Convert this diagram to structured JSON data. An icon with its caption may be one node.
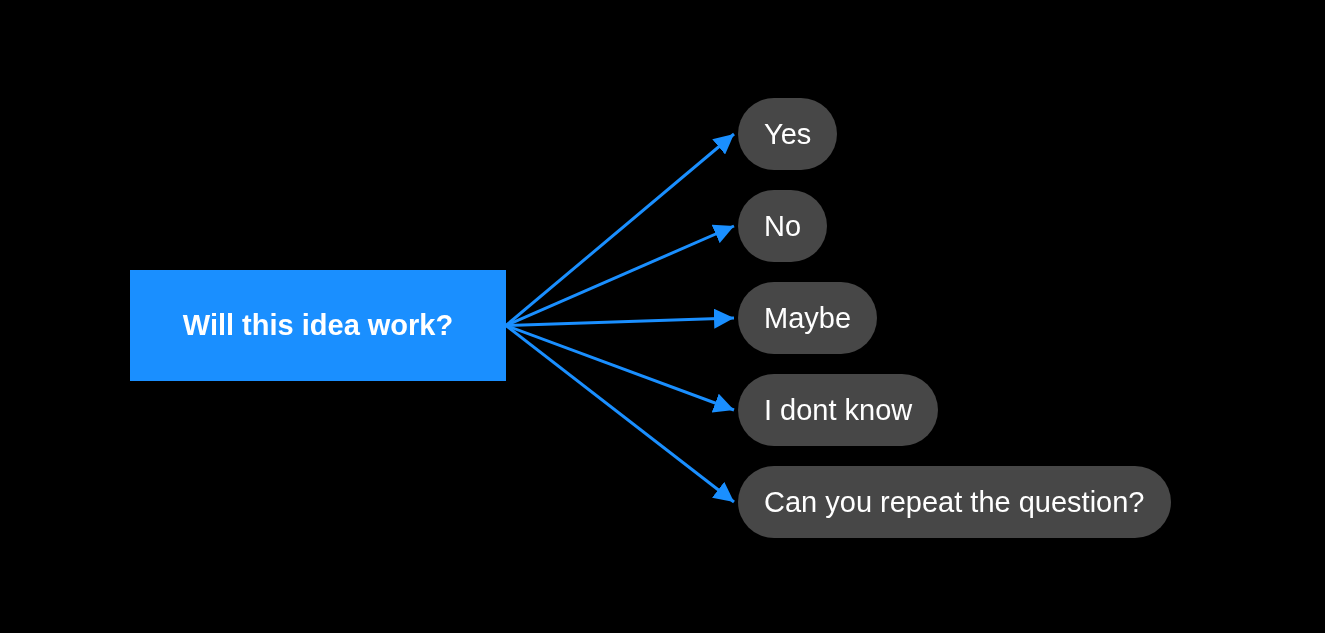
{
  "diagram": {
    "nodes": [
      {
        "text": [
          "Will this idea work?"
        ]
      },
      {
        "text": [
          "Yes"
        ]
      },
      {
        "text": [
          "No"
        ]
      },
      {
        "text": [
          "Maybe"
        ]
      },
      {
        "text": [
          "I dont know"
        ]
      },
      {
        "text": [
          "Can you repeat the question?"
        ]
      }
    ],
    "edges": [
      {
        "from": 0,
        "to": 1,
        "arrow": "to"
      },
      {
        "from": 0,
        "to": 2,
        "arrow": "to"
      },
      {
        "from": 0,
        "to": 3,
        "arrow": "to"
      },
      {
        "from": 0,
        "to": 4,
        "arrow": "to"
      },
      {
        "from": 0,
        "to": 5,
        "arrow": "to"
      }
    ]
  }
}
